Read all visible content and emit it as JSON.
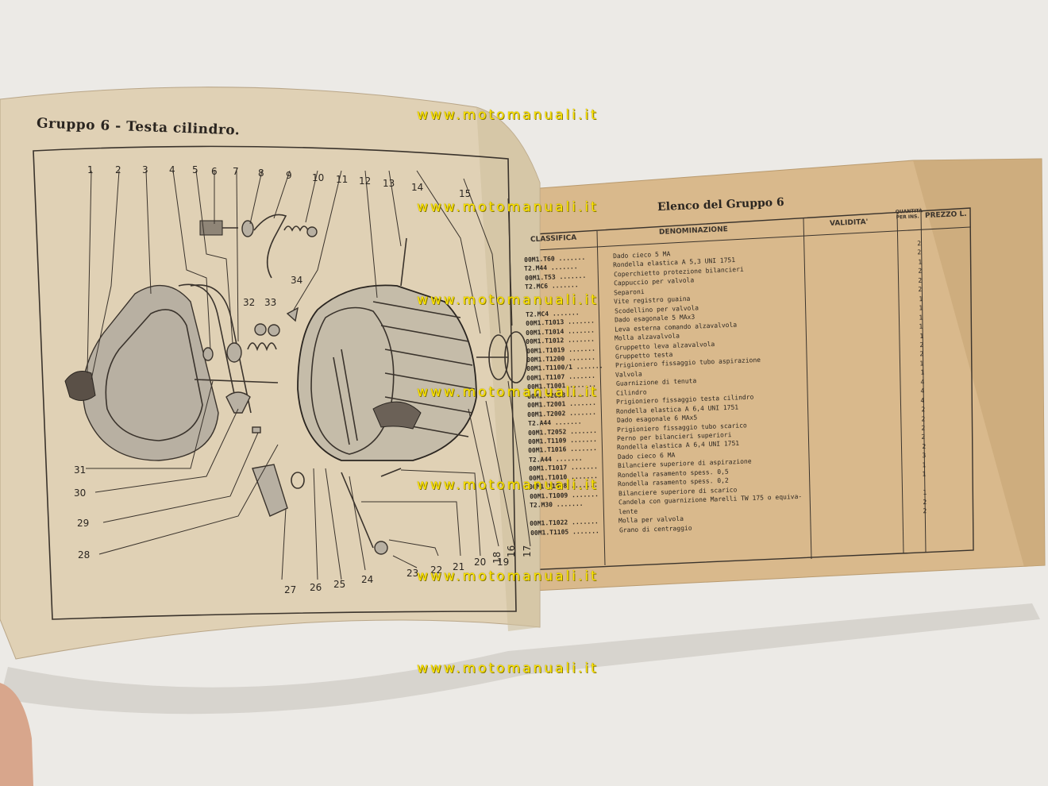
{
  "left_page": {
    "title": "Gruppo 6 - Testa cilindro.",
    "part_numbers": [
      "1",
      "2",
      "3",
      "4",
      "5",
      "6",
      "7",
      "8",
      "9",
      "10",
      "11",
      "12",
      "13",
      "14",
      "15",
      "16",
      "17",
      "18",
      "19",
      "20",
      "21",
      "22",
      "23",
      "24",
      "25",
      "26",
      "27",
      "28",
      "29",
      "30",
      "31",
      "32",
      "33",
      "34"
    ]
  },
  "watermark": "www.motomanuali.it",
  "right_page": {
    "title": "Elenco del Gruppo 6",
    "headers": {
      "classifica": "CLASSIFICA",
      "denominazione": "DENOMINAZIONE",
      "validita": "VALIDITA'",
      "quantita": "QUANTITÀ PER INS.",
      "prezzo": "PREZZO L."
    },
    "rows": [
      {
        "code": "00M1.T60 .......",
        "desc": "Dado cieco 5 MA",
        "qty": "2"
      },
      {
        "code": "T2.M44 .......",
        "desc": "Rondella elastica A 5,3 UNI 1751",
        "qty": "2"
      },
      {
        "code": "00M1.T53 .......",
        "desc": "Coperchietto protezione bilancieri",
        "qty": "1"
      },
      {
        "code": "T2.MC6 .......",
        "desc": "Cappuccio per valvola",
        "qty": "2"
      },
      {
        "code": "",
        "desc": "Separoni",
        "qty": "2"
      },
      {
        "code": "",
        "desc": "Vite registro guaina",
        "qty": "2"
      },
      {
        "code": "T2.MC4 .......",
        "desc": "Scodellino per valvola",
        "qty": "1"
      },
      {
        "code": "00M1.T1013 .......",
        "desc": "Dado esagonale 5 MAx3",
        "qty": "1"
      },
      {
        "code": "00M1.T1014 .......",
        "desc": "Leva esterna comando alzavalvola",
        "qty": "1"
      },
      {
        "code": "00M1.T1012 .......",
        "desc": "Molla alzavalvola",
        "qty": "1"
      },
      {
        "code": "00M1.T1019 .......",
        "desc": "Gruppetto leva alzavalvola",
        "qty": "1"
      },
      {
        "code": "00M1.T1200 .......",
        "desc": "Gruppetto testa",
        "qty": "2"
      },
      {
        "code": "00M1.T1100/1 .......",
        "desc": "Prigioniero fissaggio tubo aspirazione",
        "qty": "2"
      },
      {
        "code": "00M1.T1107 .......",
        "desc": "Valvola",
        "qty": "1"
      },
      {
        "code": "00M1.T1001 .......",
        "desc": "Guarnizione di tenuta",
        "qty": "1"
      },
      {
        "code": "00M1.T2053 .......",
        "desc": "Cilindro",
        "qty": "4"
      },
      {
        "code": "00M1.T2001 .......",
        "desc": "Prigioniero fissaggio testa cilindro",
        "qty": "4"
      },
      {
        "code": "00M1.T2002 .......",
        "desc": "Rondella elastica A 6,4 UNI 1751",
        "qty": "4"
      },
      {
        "code": "T2.A44 .......",
        "desc": "Dado esagonale 6 MAx5",
        "qty": "2"
      },
      {
        "code": "00M1.T2052 .......",
        "desc": "Prigioniero fissaggio tubo scarico",
        "qty": "2"
      },
      {
        "code": "00M1.T1109 .......",
        "desc": "Perno per bilancieri superiori",
        "qty": "2"
      },
      {
        "code": "00M1.T1016 .......",
        "desc": "Rondella elastica A 6,4 UNI 1751",
        "qty": "2"
      },
      {
        "code": "T2.A44 .......",
        "desc": "Dado cieco 6 MA",
        "qty": "2"
      },
      {
        "code": "00M1.T1017 .......",
        "desc": "Bilanciere superiore di aspirazione",
        "qty": "3"
      },
      {
        "code": "00M1.T1010 .......",
        "desc": "Rondella rasamento spess. 0,5",
        "qty": "1"
      },
      {
        "code": "00M1.T1008 .......",
        "desc": "Rondella rasamento spess. 0,2",
        "qty": "1"
      },
      {
        "code": "00M1.T1009 .......",
        "desc": "Bilanciere superiore di scarico",
        "qty": ""
      },
      {
        "code": "T2.M30 .......",
        "desc": "Candela con guarnizione Marelli TW 175 o equiva-",
        "qty": "1"
      },
      {
        "code": "",
        "desc": "   lente",
        "qty": "2"
      },
      {
        "code": "00M1.T1022 .......",
        "desc": "Molla per valvola",
        "qty": "2"
      },
      {
        "code": "00M1.T1105 .......",
        "desc": "Grano di centraggio",
        "qty": ""
      }
    ]
  }
}
